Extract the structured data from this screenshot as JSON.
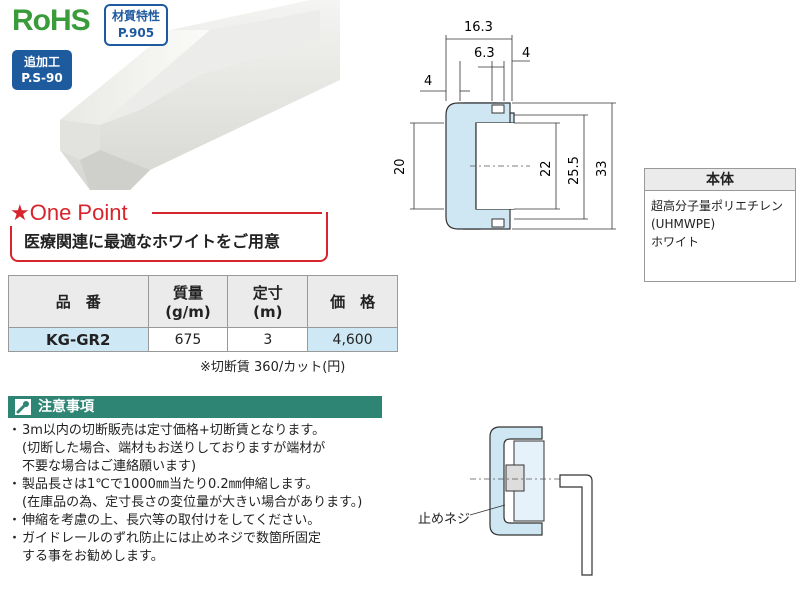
{
  "badges": {
    "rohs": "RoHS",
    "material_line1": "材質特性",
    "material_line2": "P.905",
    "extra_line1": "追加工",
    "extra_line2": "P.S-90"
  },
  "one_point": {
    "title": "★One Point",
    "text": "医療関連に最適なホワイトをご用意"
  },
  "spec_table": {
    "headers": [
      "品　番",
      "質量\n(g/m)",
      "定寸\n(m)",
      "価　格"
    ],
    "row": {
      "model": "KG-GR2",
      "mass": "675",
      "length": "3",
      "price": "4,600"
    },
    "note": "※切断賃 360/カット(円)"
  },
  "caution": {
    "title": "注意事項",
    "items": [
      {
        "text": "3m以内の切断販売は定寸価格+切断賃となります。",
        "sub": [
          "(切断した場合、端材もお送りしておりますが端材が",
          "不要な場合はご連絡願います)"
        ]
      },
      {
        "text": "製品長さは1℃で1000㎜当たり0.2㎜伸縮します。",
        "sub": [
          "(在庫品の為、定寸長さの変位量が大きい場合があります。)"
        ]
      },
      {
        "text": "伸縮を考慮の上、長穴等の取付けをしてください。",
        "sub": []
      },
      {
        "text": "ガイドレールのずれ防止には止めネジで数箇所固定",
        "sub": [
          "する事をお勧めします。"
        ]
      }
    ]
  },
  "body_material": {
    "header": "本体",
    "line1": "超高分子量ポリエチレン",
    "line2": "(UHMWPE)",
    "line3": "ホワイト"
  },
  "dimensions": {
    "d_16_3": "16.3",
    "d_6_3": "6.3",
    "d_4_top": "4",
    "d_4_left": "4",
    "d_20": "20",
    "d_22": "22",
    "d_25_5": "25.5",
    "d_33": "33"
  },
  "screw": {
    "label": "止めネジ"
  },
  "colors": {
    "accent_red": "#d6252d",
    "brand_blue": "#1e5a9e",
    "caution_green": "#2e8574",
    "highlight_blue": "#cfe8f5",
    "profile_fill": "#cfe6f3"
  }
}
